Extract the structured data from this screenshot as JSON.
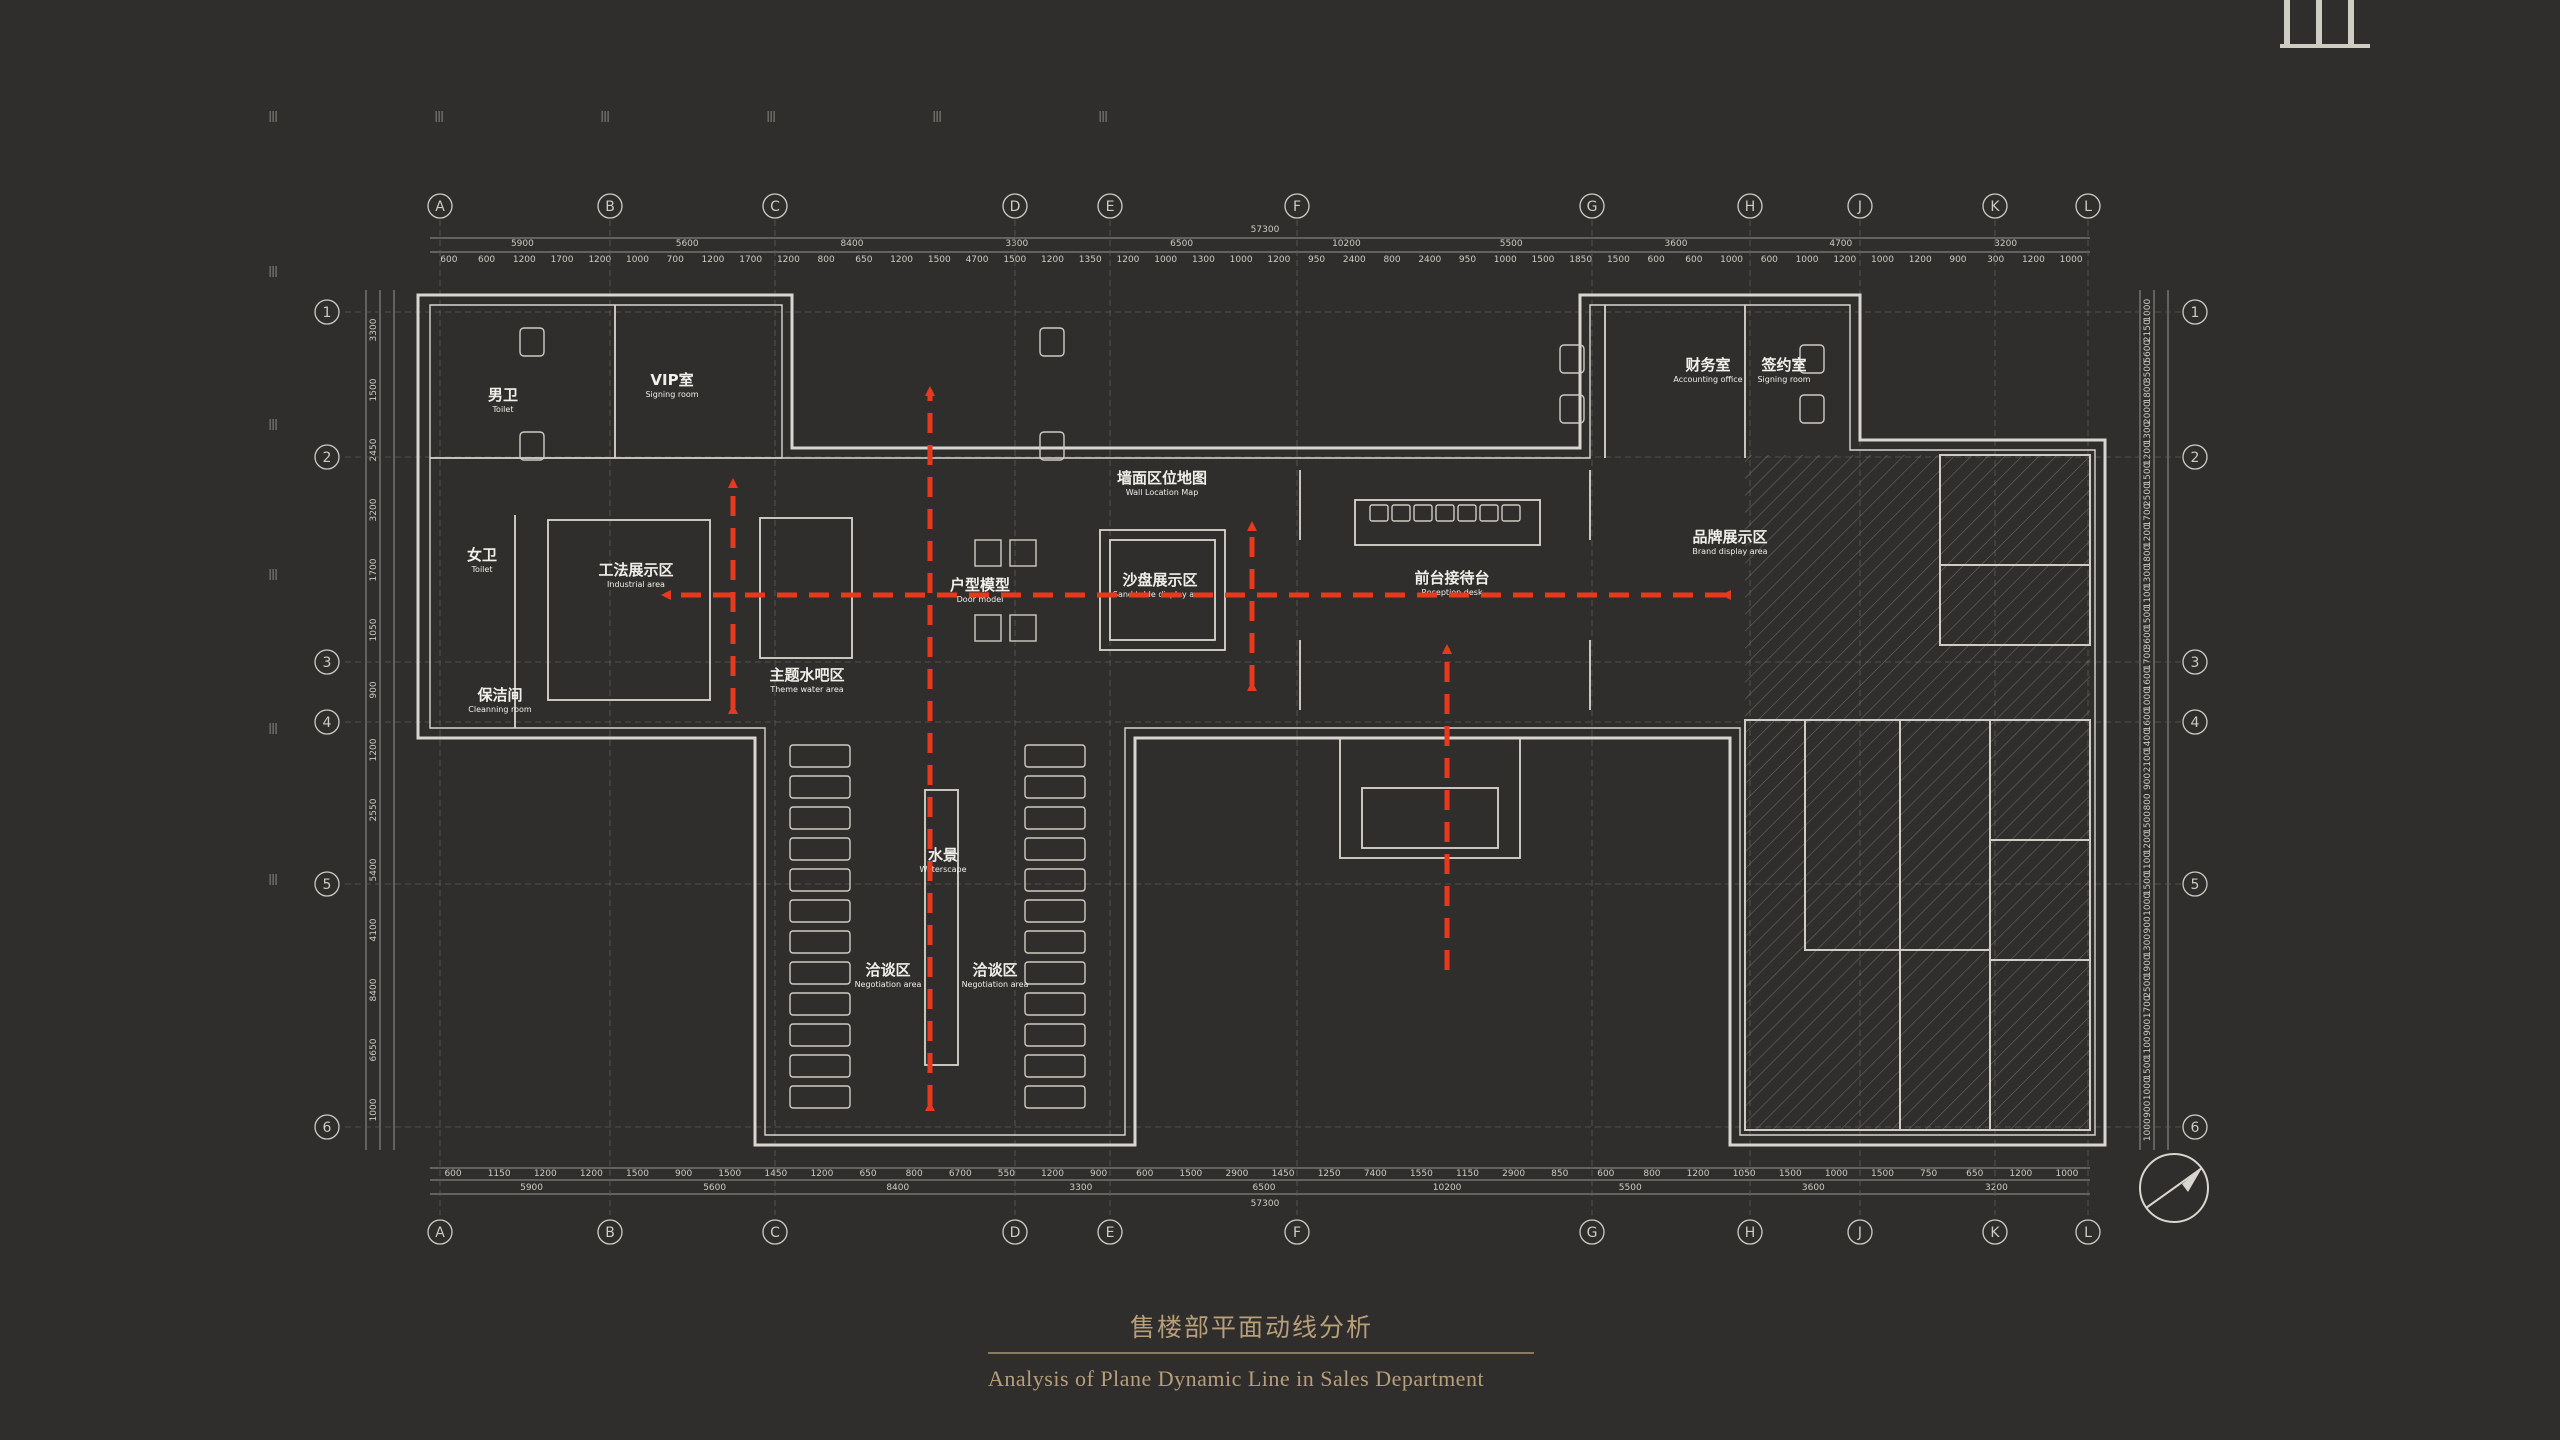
{
  "caption": {
    "title_zh": "售楼部平面动线分析",
    "title_en": "Analysis of Plane Dynamic Line in Sales Department"
  },
  "grid": {
    "columns": [
      "A",
      "B",
      "C",
      "D",
      "E",
      "F",
      "G",
      "H",
      "J",
      "K",
      "L"
    ],
    "rows": [
      "1",
      "2",
      "3",
      "4",
      "5",
      "6"
    ]
  },
  "dimensions": {
    "overall": "57300",
    "top_spans": [
      "5900",
      "5600",
      "8400",
      "3300",
      "6500",
      "10200",
      "5500",
      "3600",
      "4700",
      "3200"
    ],
    "top_detail": [
      "600",
      "600",
      "1200",
      "1700",
      "1200",
      "1000",
      "700",
      "1200",
      "1700",
      "1200",
      "800",
      "650",
      "1200",
      "1500",
      "4700",
      "1500",
      "1200",
      "1350",
      "1200",
      "1000",
      "1300",
      "1000",
      "1200",
      "950",
      "2400",
      "800",
      "2400",
      "950",
      "1000",
      "1500",
      "1850",
      "1500",
      "600",
      "600",
      "1000",
      "600",
      "1000",
      "1200",
      "1000",
      "1200",
      "900",
      "300",
      "1200",
      "1000"
    ],
    "bottom_spans": [
      "5900",
      "5600",
      "8400",
      "3300",
      "6500",
      "10200",
      "5500",
      "3600",
      "3200"
    ],
    "bottom_detail": [
      "600",
      "1150",
      "1200",
      "1200",
      "1500",
      "900",
      "1500",
      "1450",
      "1200",
      "650",
      "800",
      "6700",
      "550",
      "1200",
      "900",
      "600",
      "1500",
      "2900",
      "1450",
      "1250",
      "7400",
      "1550",
      "1150",
      "2900",
      "850",
      "600",
      "800",
      "1200",
      "1050",
      "1500",
      "1000",
      "1500",
      "750",
      "650",
      "1200",
      "1000"
    ],
    "left_spans": [
      "3300",
      "1500",
      "2450",
      "3200",
      "1700",
      "1050",
      "900",
      "1200",
      "2550",
      "5400",
      "4100",
      "8400",
      "6650",
      "1000"
    ],
    "right_spans": [
      "1000",
      "2150",
      "5600",
      "3500",
      "1800",
      "2000",
      "1300",
      "1200",
      "1500",
      "2500",
      "1700",
      "1200",
      "1800",
      "1300",
      "1100",
      "1500",
      "3600",
      "1700",
      "1600",
      "1000",
      "1600",
      "1400",
      "2100",
      "900",
      "800",
      "1500",
      "1200",
      "1100",
      "1500",
      "1000",
      "900",
      "1300",
      "1900",
      "2500",
      "1700",
      "900",
      "1100",
      "1500",
      "1000",
      "900",
      "1000"
    ]
  },
  "rooms": [
    {
      "zh": "男卫",
      "en": "Toilet",
      "key": "male-toilet"
    },
    {
      "zh": "VIP室",
      "en": "Signing room",
      "key": "vip-room"
    },
    {
      "zh": "女卫",
      "en": "Toilet",
      "key": "female-toilet"
    },
    {
      "zh": "保洁间",
      "en": "Cleanning room",
      "key": "cleaning-room"
    },
    {
      "zh": "工法展示区",
      "en": "Industrial area",
      "key": "industrial-area"
    },
    {
      "zh": "主题水吧区",
      "en": "Theme water area",
      "key": "theme-water-area"
    },
    {
      "zh": "户型模型",
      "en": "Door model",
      "key": "door-model"
    },
    {
      "zh": "墙面区位地图",
      "en": "Wall Location Map",
      "key": "wall-location-map"
    },
    {
      "zh": "沙盘展示区",
      "en": "Sand table display area",
      "key": "sand-table-area"
    },
    {
      "zh": "前台接待台",
      "en": "Reception desk",
      "key": "reception-desk"
    },
    {
      "zh": "品牌展示区",
      "en": "Brand display area",
      "key": "brand-display-area"
    },
    {
      "zh": "财务室",
      "en": "Accounting office",
      "key": "accounting-office"
    },
    {
      "zh": "签约室",
      "en": "Signing room",
      "key": "signing-room"
    },
    {
      "zh": "水景",
      "en": "Waterscape",
      "key": "waterscape"
    },
    {
      "zh": "洽谈区",
      "en": "Negotiation area",
      "key": "negotiation-area-left"
    },
    {
      "zh": "洽谈区",
      "en": "Negotiation area",
      "key": "negotiation-area-right"
    }
  ],
  "colors": {
    "background": "#2f2e2c",
    "linework": "#d9d6cf",
    "flow_arrow": "#e8391f",
    "caption": "#b79f7a"
  },
  "icons": [
    "north-arrow-icon",
    "logo-mark-icon"
  ]
}
